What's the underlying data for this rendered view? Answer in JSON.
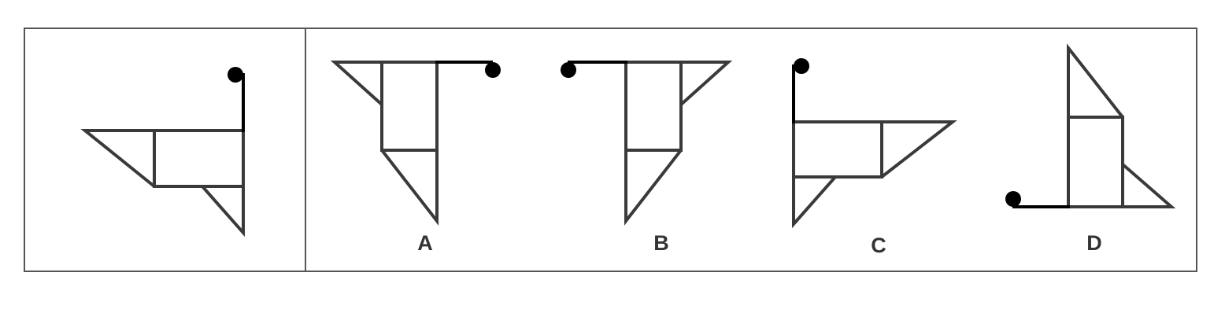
{
  "options": [
    {
      "label": "A"
    },
    {
      "label": "B"
    },
    {
      "label": "C"
    },
    {
      "label": "D"
    }
  ],
  "colors": {
    "frame": "#555555",
    "shape": "#3a3a3a",
    "stem": "#000000",
    "label": "#333333"
  }
}
